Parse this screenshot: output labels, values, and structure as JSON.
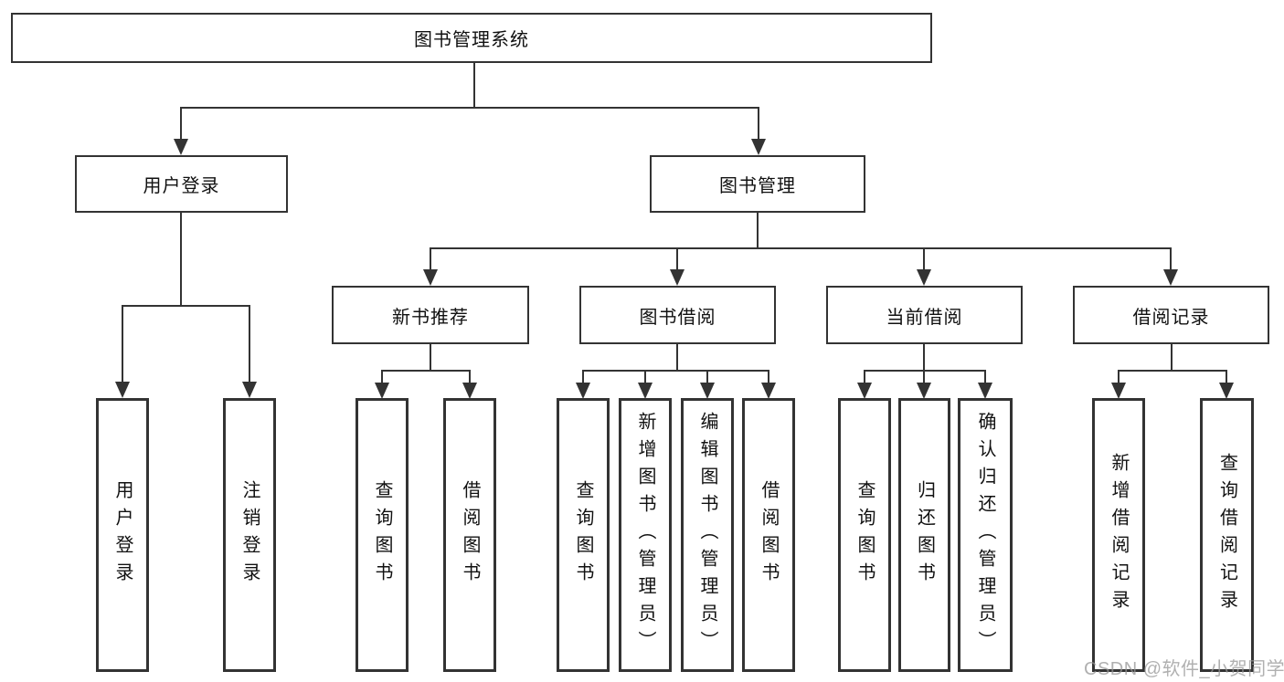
{
  "diagram_title": "图书管理系统",
  "tree": {
    "root": "图书管理系统",
    "branches": [
      {
        "label": "用户登录",
        "leaves": [
          "用户登录",
          "注销登录"
        ]
      },
      {
        "label": "图书管理",
        "groups": [
          {
            "label": "新书推荐",
            "leaves": [
              "查询图书",
              "借阅图书"
            ]
          },
          {
            "label": "图书借阅",
            "leaves": [
              "查询图书",
              "新增图书（管理员）",
              "编辑图书（管理员）",
              "借阅图书"
            ]
          },
          {
            "label": "当前借阅",
            "leaves": [
              "查询图书",
              "归还图书",
              "确认归还（管理员）"
            ]
          },
          {
            "label": "借阅记录",
            "leaves": [
              "新增借阅记录",
              "查询借阅记录"
            ]
          }
        ]
      }
    ]
  },
  "watermark": {
    "text": "CSDN @软件_小贺同学"
  },
  "colors": {
    "line": "#333333",
    "box_border": "#333333",
    "text": "#111111",
    "watermark": "#969696",
    "background": "#ffffff"
  }
}
